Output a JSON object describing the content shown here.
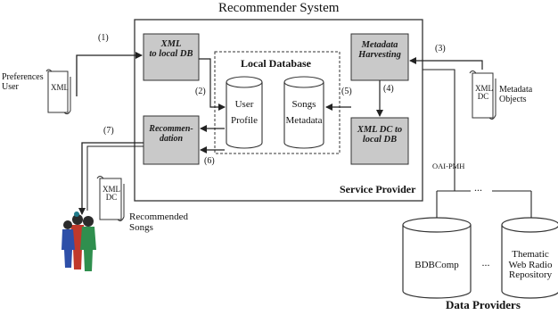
{
  "title": "Recommender System",
  "service_provider_label": "Service Provider",
  "local_database_label": "Local Database",
  "data_providers_label": "Data Providers",
  "boxes": {
    "xml_to_db": [
      "XML",
      "to local DB"
    ],
    "metadata_harvesting": [
      "Metadata",
      "Harvesting"
    ],
    "recommendation": [
      "Recommen-",
      "dation"
    ],
    "xml_dc_to_db": [
      "XML DC to",
      "local DB"
    ]
  },
  "databases": {
    "user_profile": [
      "User",
      "Profile"
    ],
    "songs_metadata": [
      "Songs",
      "Metadata"
    ],
    "bdbcomp": "BDBComp",
    "ellipsis": "...",
    "thematic": [
      "Thematic",
      "Web Radio",
      "Repository"
    ]
  },
  "documents": {
    "preferences_doc": "XML",
    "metadata_doc": [
      "XML",
      "DC"
    ],
    "recommended_doc": [
      "XML",
      "DC"
    ]
  },
  "labels": {
    "preferences_user": [
      "Preferences",
      "User"
    ],
    "metadata_objects": [
      "Metadata",
      "Objects"
    ],
    "recommended_songs": [
      "Recommended",
      "Songs"
    ],
    "oai_pmh": "OAI-PMH",
    "provider_dots": "..."
  },
  "steps": [
    "(1)",
    "(2)",
    "(3)",
    "(4)",
    "(5)",
    "(6)",
    "(7)"
  ],
  "colors": {
    "box_fill": "#c9c9c9",
    "line": "#222222",
    "figure_skin": "#2b2b2b",
    "figure_red": "#c0392b",
    "figure_blue": "#2e4fa8",
    "figure_green": "#2f8f4e"
  }
}
